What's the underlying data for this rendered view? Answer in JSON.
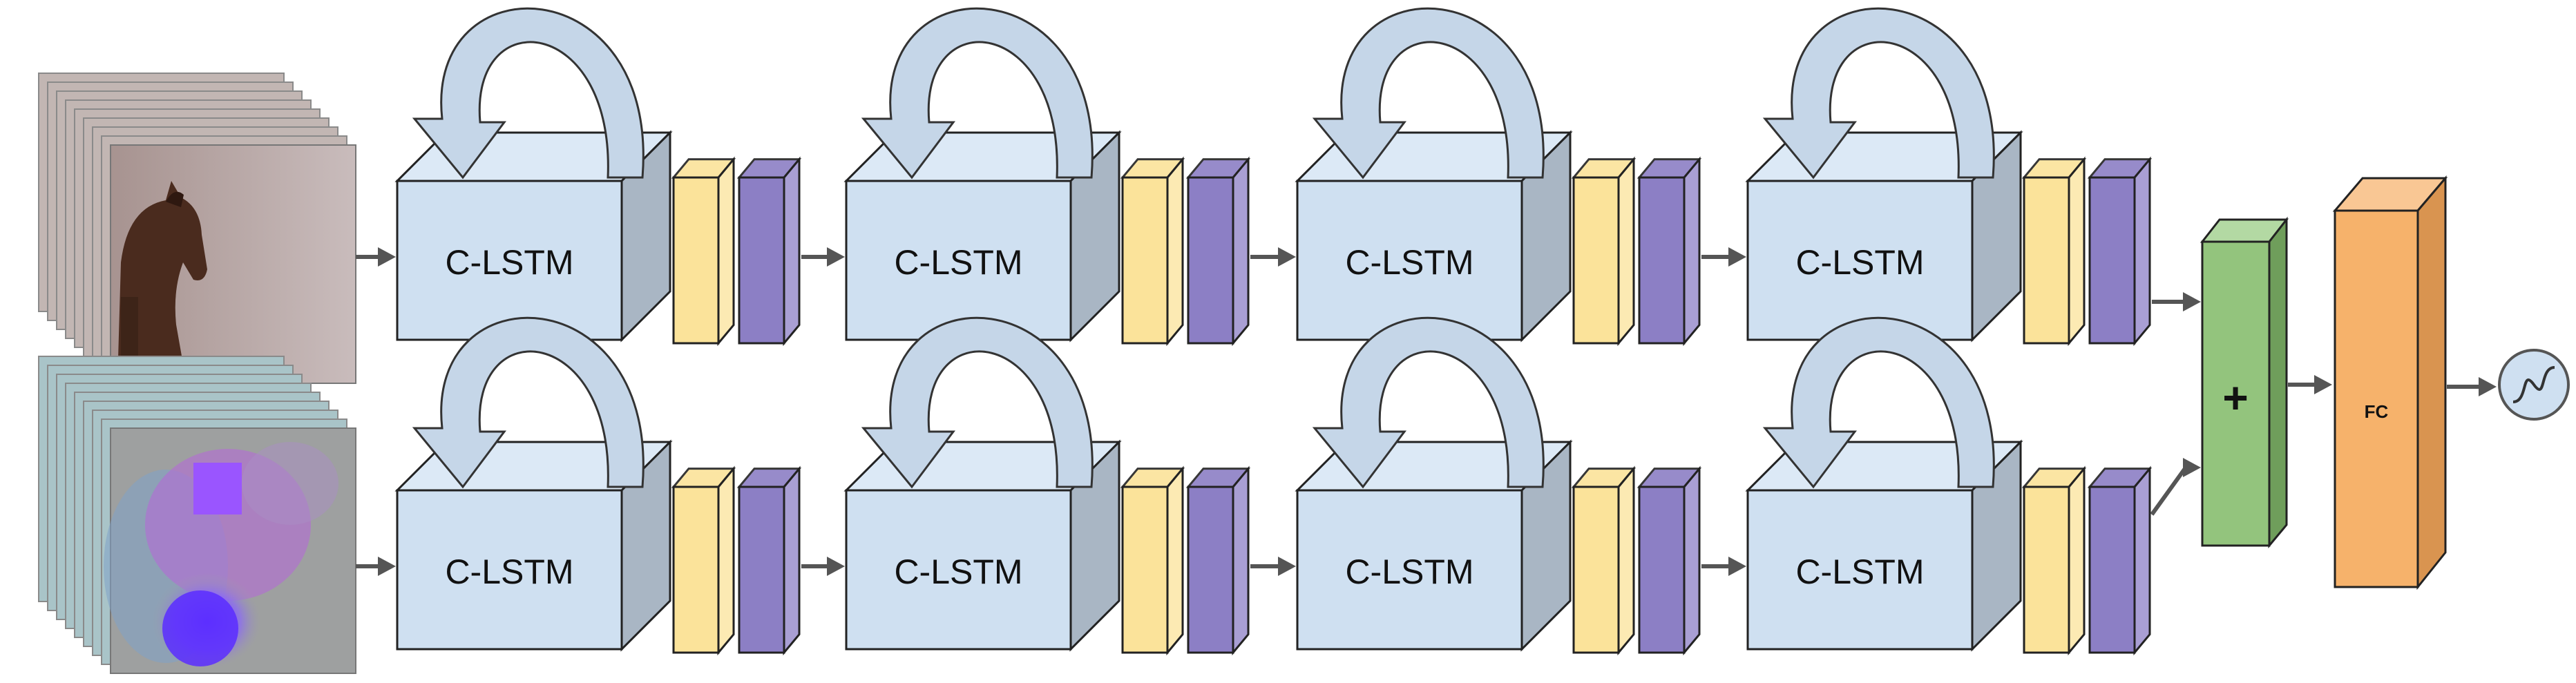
{
  "diagram": {
    "rows": [
      {
        "input": "rgb-frames",
        "blocks": [
          {
            "label": "C-LSTM"
          },
          {
            "label": "C-LSTM"
          },
          {
            "label": "C-LSTM"
          },
          {
            "label": "C-LSTM"
          }
        ]
      },
      {
        "input": "optical-flow-frames",
        "blocks": [
          {
            "label": "C-LSTM"
          },
          {
            "label": "C-LSTM"
          },
          {
            "label": "C-LSTM"
          },
          {
            "label": "C-LSTM"
          }
        ]
      }
    ],
    "fusion_label": "+",
    "fc_label": "FC",
    "colors": {
      "block_front": "#cfe0f1",
      "block_top": "#dce9f6",
      "block_side": "#a9b6c4",
      "recurrent_arrow": "#c5d6e8",
      "norm_layer": "#fbe39a",
      "pool_layer": "#8c7fc5",
      "fusion": "#93c47d",
      "fc": "#f6b26b",
      "arrow": "#555555",
      "horse_background": "#b7a7a5",
      "flow_background": "#9ea0a0"
    }
  }
}
